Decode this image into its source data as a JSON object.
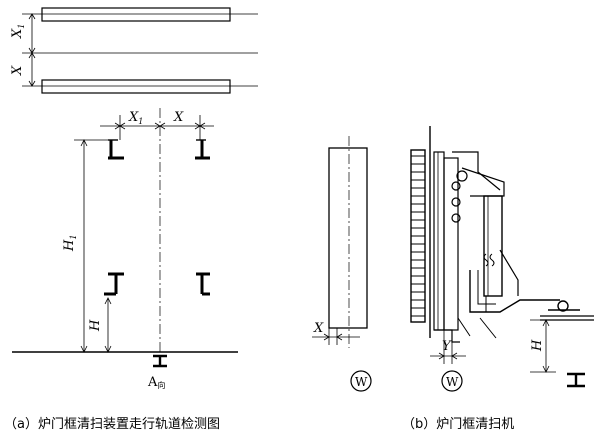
{
  "labels": {
    "x1_left": "X",
    "x1_left_sub": "1",
    "x_left": "X",
    "x1_top": "X",
    "x1_top_sub": "1",
    "x_top": "X",
    "h1": "H",
    "h1_sub": "1",
    "h": "H",
    "a_dir": "A",
    "a_dir_sub": "向",
    "x_b": "X",
    "y_b": "Y",
    "h_b": "H",
    "w1": "W",
    "w2": "W"
  },
  "captions": {
    "a": "（a）炉门框清扫装置走行轨道检测图",
    "b": "（b）炉门框清扫机"
  }
}
